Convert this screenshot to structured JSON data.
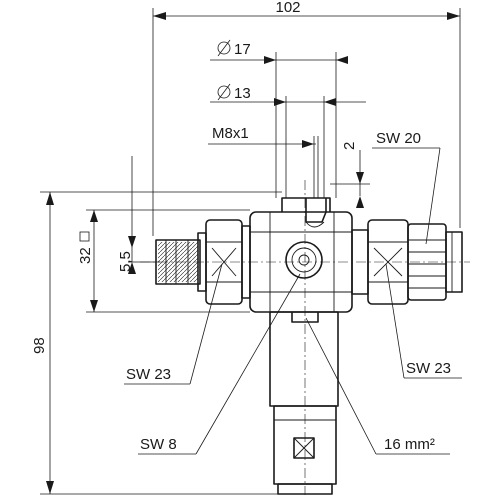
{
  "dimensions": {
    "overall_length": "102",
    "diameter_17": "17",
    "diameter_13": "13",
    "thread": "M8x1",
    "offset_2": "2",
    "square_32": "32",
    "offset_5_5": "5,5",
    "height_98": "98"
  },
  "callouts": {
    "sw20": "SW 20",
    "sw23_left": "SW 23",
    "sw23_right": "SW 23",
    "sw8": "SW 8",
    "cross_section": "16 mm²"
  }
}
